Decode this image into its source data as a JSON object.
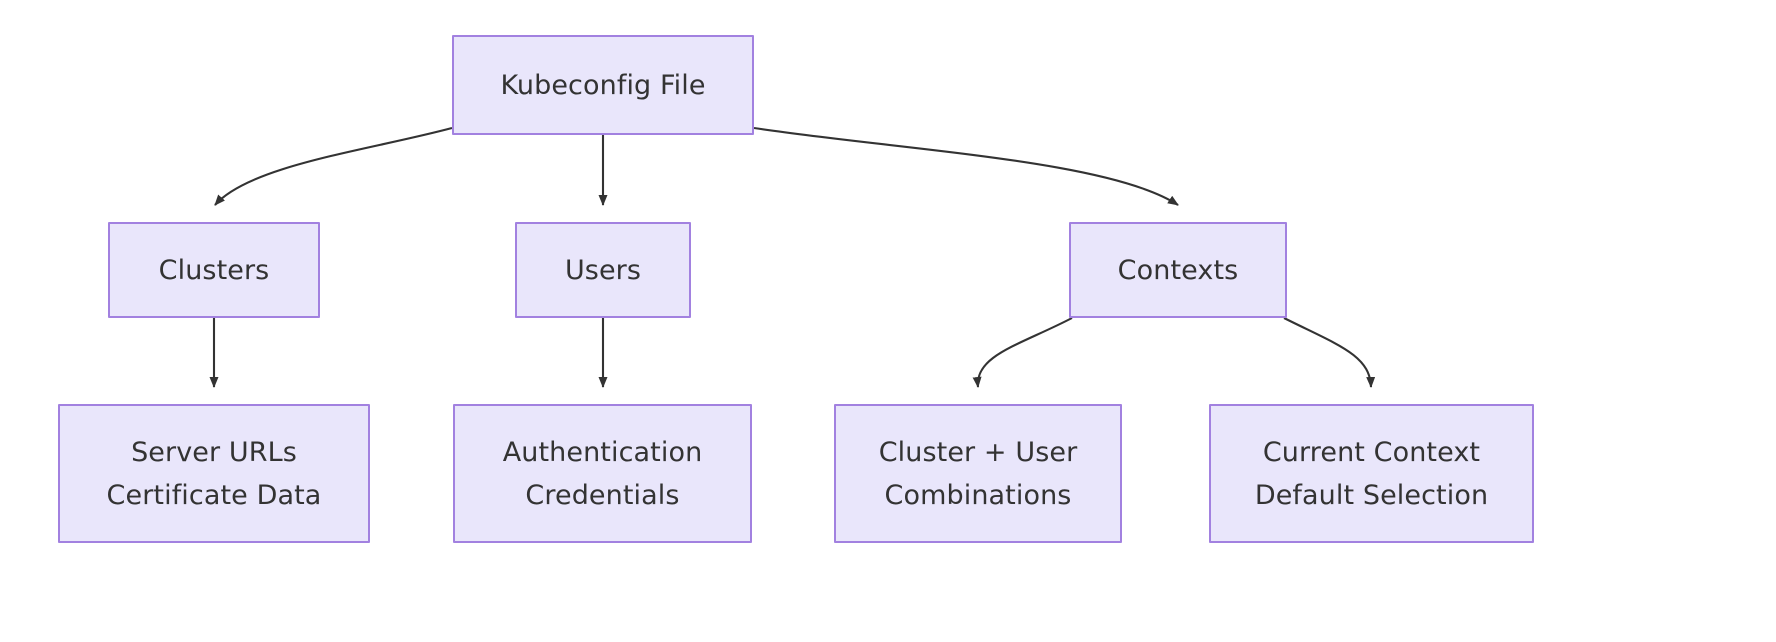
{
  "diagram": {
    "type": "flowchart",
    "orientation": "top-down",
    "background_color": "#ffffff",
    "node_fill_color": "#e9e6fb",
    "node_border_color": "#a281e0",
    "node_text_color": "#333333",
    "edge_color": "#333333",
    "nodes": [
      {
        "id": "kubeconfig",
        "lines": [
          "Kubeconfig File"
        ]
      },
      {
        "id": "clusters",
        "lines": [
          "Clusters"
        ]
      },
      {
        "id": "users",
        "lines": [
          "Users"
        ]
      },
      {
        "id": "contexts",
        "lines": [
          "Contexts"
        ]
      },
      {
        "id": "server_urls",
        "lines": [
          "Server URLs",
          "Certificate Data"
        ]
      },
      {
        "id": "authentication",
        "lines": [
          "Authentication",
          "Credentials"
        ]
      },
      {
        "id": "cluster_user",
        "lines": [
          "Cluster + User",
          "Combinations"
        ]
      },
      {
        "id": "current_ctx",
        "lines": [
          "Current Context",
          "Default Selection"
        ]
      }
    ],
    "edges": [
      {
        "from": "kubeconfig",
        "to": "clusters",
        "style": "curved",
        "arrow": "triangle"
      },
      {
        "from": "kubeconfig",
        "to": "users",
        "style": "straight",
        "arrow": "triangle"
      },
      {
        "from": "kubeconfig",
        "to": "contexts",
        "style": "curved",
        "arrow": "triangle"
      },
      {
        "from": "clusters",
        "to": "server_urls",
        "style": "straight",
        "arrow": "triangle"
      },
      {
        "from": "users",
        "to": "authentication",
        "style": "straight",
        "arrow": "triangle"
      },
      {
        "from": "contexts",
        "to": "cluster_user",
        "style": "curved",
        "arrow": "triangle"
      },
      {
        "from": "contexts",
        "to": "current_ctx",
        "style": "curved",
        "arrow": "triangle"
      }
    ]
  },
  "nodes": {
    "kubeconfig": {
      "line1": "Kubeconfig File"
    },
    "clusters": {
      "line1": "Clusters"
    },
    "users": {
      "line1": "Users"
    },
    "contexts": {
      "line1": "Contexts"
    },
    "server_urls": {
      "line1": "Server URLs",
      "line2": "Certificate Data"
    },
    "authentication": {
      "line1": "Authentication",
      "line2": "Credentials"
    },
    "cluster_user": {
      "line1": "Cluster + User",
      "line2": "Combinations"
    },
    "current_ctx": {
      "line1": "Current Context",
      "line2": "Default Selection"
    }
  }
}
